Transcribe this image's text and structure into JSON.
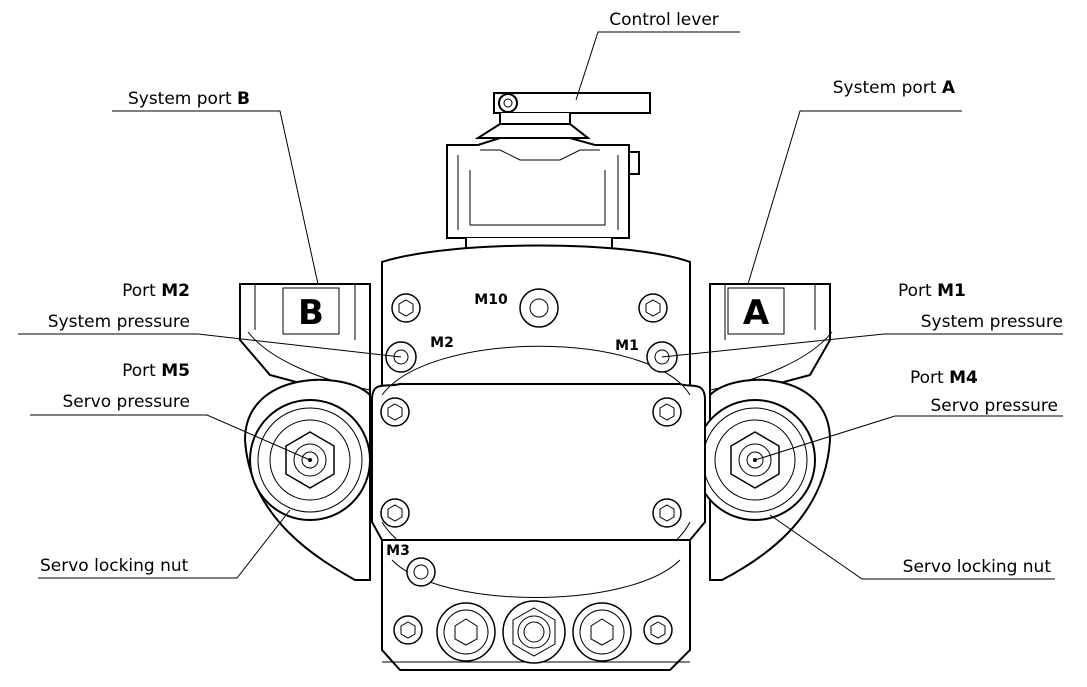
{
  "labels": {
    "control_lever": "Control lever",
    "system_port_b": {
      "prefix": "System port ",
      "bold": "B"
    },
    "system_port_a": {
      "prefix": "System port ",
      "bold": "A"
    },
    "port_m2": {
      "prefix": "Port ",
      "bold": "M2",
      "line2": "System pressure"
    },
    "port_m1": {
      "prefix": "Port ",
      "bold": "M1",
      "line2": "System pressure"
    },
    "port_m5": {
      "prefix": "Port ",
      "bold": "M5",
      "line2": "Servo pressure"
    },
    "port_m4": {
      "prefix": "Port ",
      "bold": "M4",
      "line2": "Servo pressure"
    },
    "servo_nut_left": "Servo locking nut",
    "servo_nut_right": "Servo locking nut"
  },
  "markings": {
    "port_b": "B",
    "port_a": "A",
    "m10": "M10",
    "m2": "M2",
    "m1": "M1",
    "m3": "M3"
  }
}
